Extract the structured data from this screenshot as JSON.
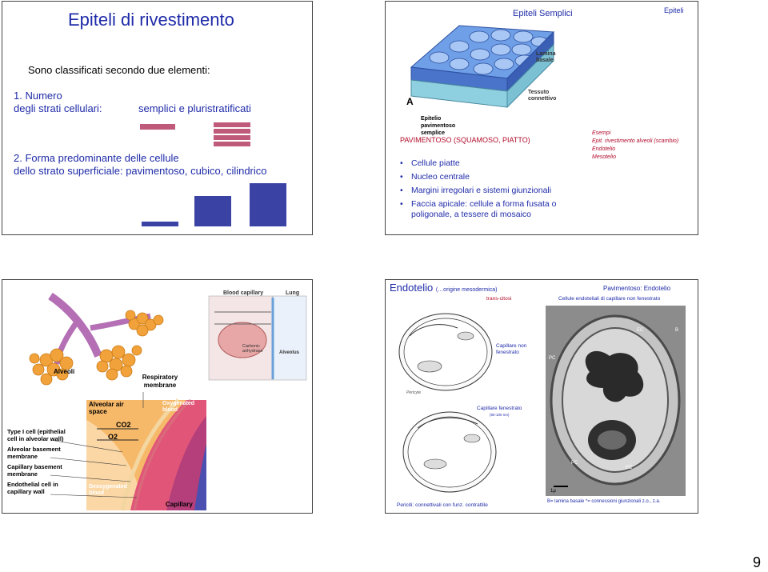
{
  "slide1": {
    "title": "Epiteli di rivestimento",
    "subtitle": "Sono classificati secondo due elementi:",
    "item1_line1": "1. Numero",
    "item1_line2": "degli strati cellulari:",
    "item1_value": "semplici e pluristratificati",
    "item2_line1": "2. Forma predominante delle cellule",
    "item2_line2": "dello strato superficiale:",
    "item2_value": "pavimentoso, cubico, cilindrico",
    "colors": {
      "blue": "#1f2ba8",
      "layer": "#c05a7a",
      "shape": "#3a42a3"
    }
  },
  "slide2": {
    "header_center": "Epiteli Semplici",
    "header_right": "Epiteli",
    "fig_label_lamina": "Lamina basale",
    "fig_label_tessuto": "Tessuto connettivo",
    "fig_letter": "A",
    "fig_caption": "Epitelio pavimentoso semplice",
    "section_title": "PAVIMENTOSO (SQUAMOSO, PIATTO)",
    "bullets": [
      "Cellule piatte",
      "Nucleo centrale",
      "Margini irregolari e sistemi giunzionali",
      "Faccia apicale: cellule a forma fusata o poligonale, a tessere di mosaico"
    ],
    "examples_title": "Esempi",
    "examples": [
      "Epit. rivestimento alveoli (scambio)",
      "Endotelio",
      "Mesotelio"
    ]
  },
  "slide3": {
    "label_blood_capillary": "Blood capillary",
    "label_lung": "Lung",
    "label_alveolus": "Alveolus",
    "label_carbonic": "Carbonic anhydrase",
    "label_alveoli": "Alveoli",
    "label_resp_membrane": "Respiratory membrane",
    "label_alveolar_air": "Alveolar air space",
    "label_oxygenated": "Oxygenated blood",
    "label_deoxygenated": "Deoxygenated blood",
    "label_capillary": "Capillary",
    "label_co2": "CO2",
    "label_o2": "O2",
    "side_labels": [
      "Type I cell (epithelial cell in alveolar wall)",
      "Alveolar basement membrane",
      "Capillary basement membrane",
      "Endothelial cell in capillary wall"
    ]
  },
  "slide4": {
    "title": "Endotelio",
    "title_note": "(…origine mesodermica)",
    "right_title": "Pavimentoso: Endotelio",
    "trans_citosi": "trans-citosi",
    "right_caption": "Cellule endoteliali di capillare non fenestrato",
    "capillare_non": "Capillare non fenestrato",
    "capillare_fen": "Capillare fenestrato",
    "capillare_fen_size": "(80-100 nm)",
    "periciti": "Periciti: connettivali con funz. contrattile",
    "legend_b": "B= lamina basale *= connessioni giunzionali z.o., z.a.",
    "label_pericyte": "Pericyte",
    "label_1u": "1μ",
    "em_labels": [
      "EC",
      "B",
      "PC",
      "EC",
      "PC"
    ]
  },
  "page_number": "9"
}
